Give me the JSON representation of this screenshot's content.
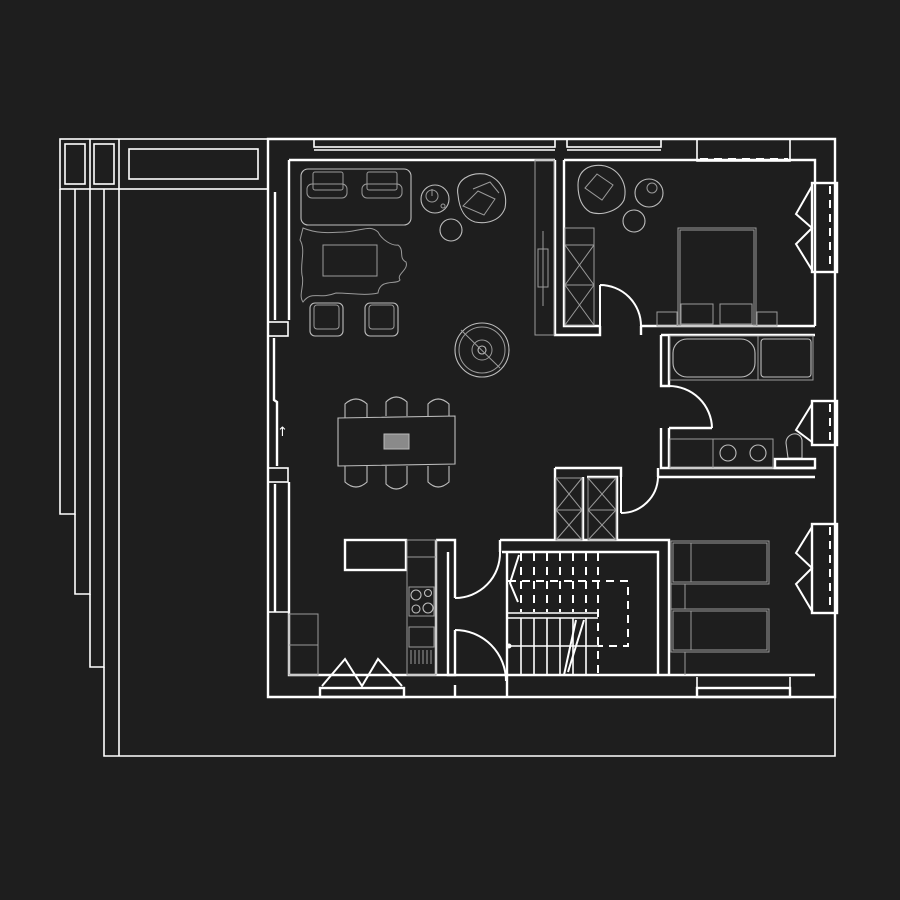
{
  "diagram": {
    "type": "architectural-floor-plan",
    "background_color": "#1e1e1e",
    "line_color": "#ffffff",
    "furniture_color": "#9a9a9a",
    "text_labels": [],
    "rooms": [
      {
        "id": "living-dining",
        "name": "Living / dining room",
        "furniture": [
          "sofa",
          "cowhide-rug",
          "coffee-table",
          "two-armchairs",
          "side-table-with-lamp",
          "round-side-table",
          "lounge-chair",
          "dining-table",
          "six-dining-chairs",
          "robot-vacuum-or-round-rug",
          "tv-console"
        ]
      },
      {
        "id": "kitchen",
        "name": "Kitchen",
        "furniture": [
          "island",
          "hob-4-burner",
          "sink-with-drainer",
          "counter"
        ]
      },
      {
        "id": "master-bedroom",
        "name": "Bedroom 1",
        "furniture": [
          "double-bed",
          "two-nightstands",
          "armchair",
          "side-table-with-lamp",
          "round-side-table",
          "wardrobe"
        ]
      },
      {
        "id": "bathroom",
        "name": "Bathroom",
        "furniture": [
          "bathtub",
          "shower-tray",
          "double-vanity",
          "toilet"
        ]
      },
      {
        "id": "bedroom-2",
        "name": "Bedroom 2",
        "furniture": [
          "two-single-beds",
          "bedside-tables"
        ]
      },
      {
        "id": "hall-storage",
        "name": "Hall storage",
        "furniture": [
          "two-wardrobes"
        ]
      },
      {
        "id": "stair",
        "name": "Staircase",
        "furniture": [
          "stairs-up",
          "stairs-below-dashed"
        ]
      },
      {
        "id": "entry",
        "name": "Entry vestibule",
        "furniture": []
      },
      {
        "id": "terrace",
        "name": "Terrace / balcony",
        "furniture": [
          "planters"
        ]
      }
    ],
    "markers": [
      {
        "id": "entry-arrow",
        "glyph": "↑"
      }
    ]
  }
}
